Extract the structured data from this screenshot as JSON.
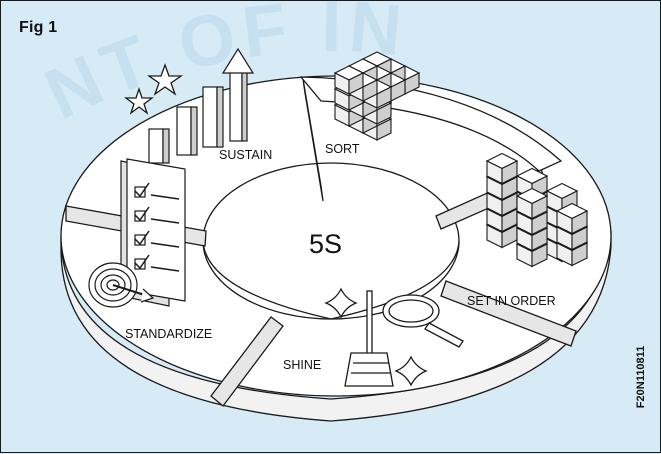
{
  "figure": {
    "label": "Fig 1",
    "code": "F20N110811",
    "center": "5S"
  },
  "segments": [
    {
      "id": "sort",
      "label": "SORT"
    },
    {
      "id": "set-in-order",
      "label": "SET IN ORDER"
    },
    {
      "id": "shine",
      "label": "SHINE"
    },
    {
      "id": "standardize",
      "label": "STANDARDIZE"
    },
    {
      "id": "sustain",
      "label": "SUSTAIN"
    }
  ],
  "watermark": {
    "text": "NT OF IN",
    "color": "#c6e0ef"
  },
  "colors": {
    "background": "#d6ebf6",
    "line": "#1a1a1a",
    "face": "#ffffff",
    "shade": "#d9d9d9"
  }
}
